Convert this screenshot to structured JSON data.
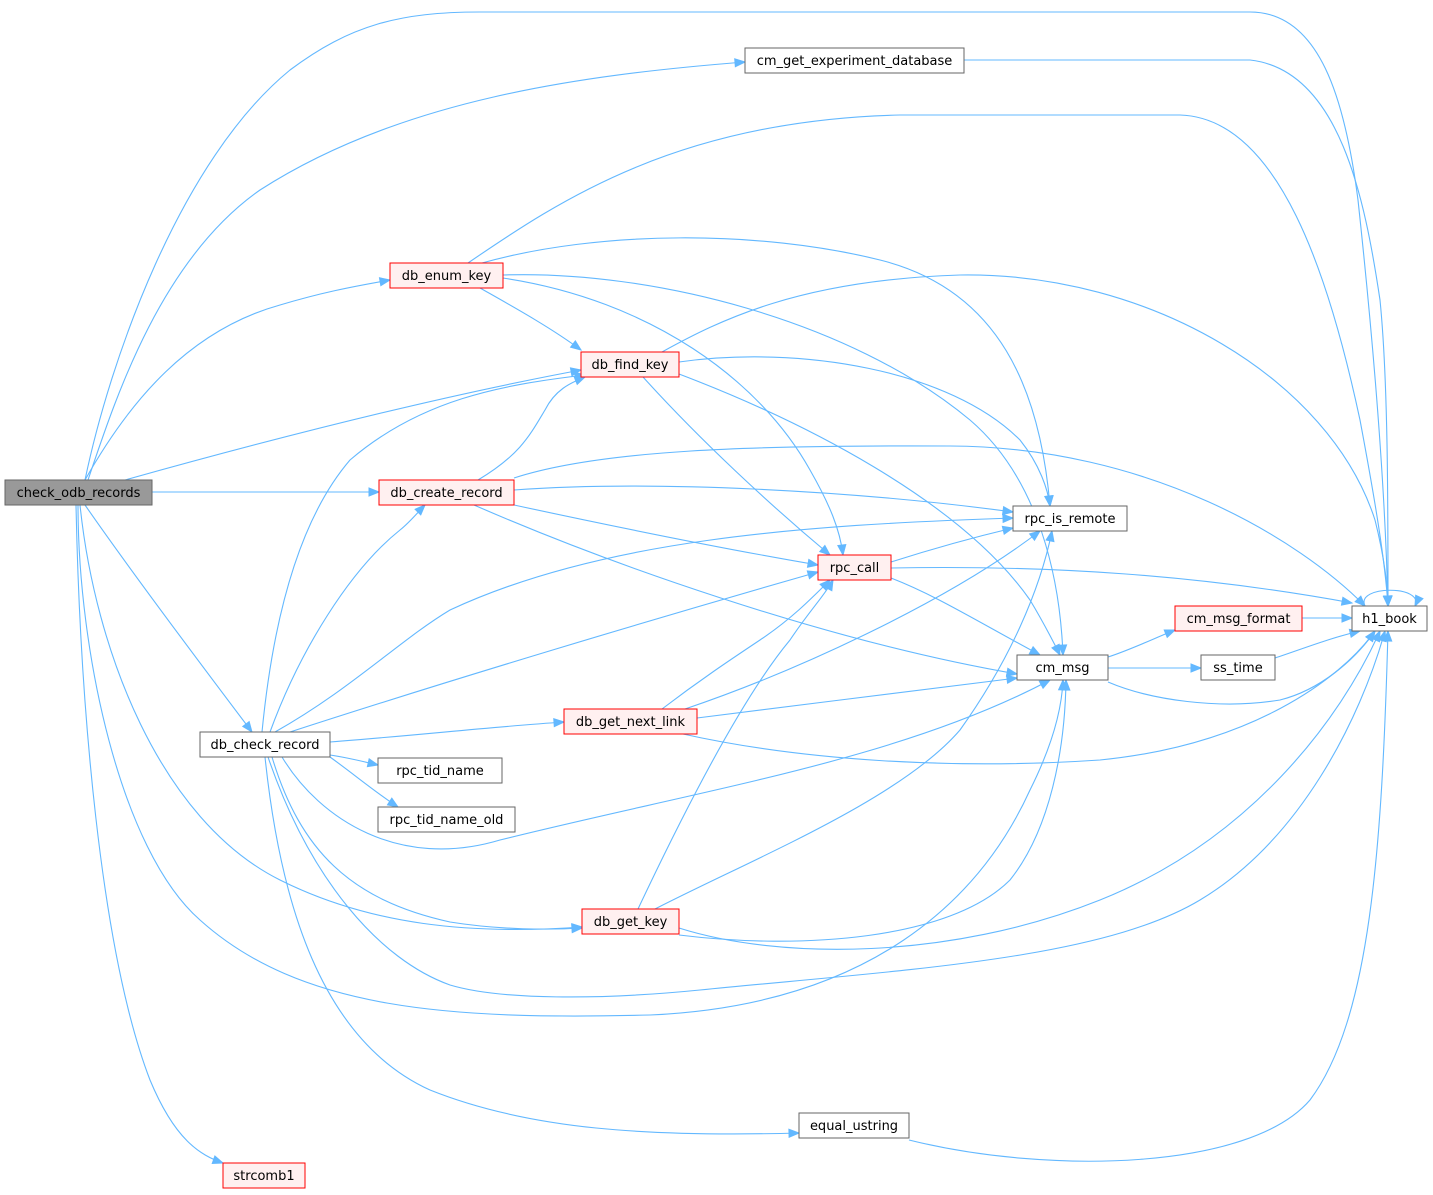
{
  "diagram": {
    "colors": {
      "edge": "#63b8ff",
      "root_fill": "#999999",
      "node_fill": "#ffffff",
      "node_border": "#666666",
      "truncated_fill": "#fff0f0",
      "truncated_border": "#ff0000"
    },
    "nodes": [
      {
        "id": "check_odb_records",
        "label": "check_odb_records",
        "style": "root"
      },
      {
        "id": "cm_get_experiment_database",
        "label": "cm_get_experiment_database",
        "style": "normal"
      },
      {
        "id": "h1_book",
        "label": "h1_book",
        "style": "normal"
      },
      {
        "id": "db_enum_key",
        "label": "db_enum_key",
        "style": "truncated"
      },
      {
        "id": "db_find_key",
        "label": "db_find_key",
        "style": "truncated"
      },
      {
        "id": "db_create_record",
        "label": "db_create_record",
        "style": "truncated"
      },
      {
        "id": "rpc_is_remote",
        "label": "rpc_is_remote",
        "style": "normal"
      },
      {
        "id": "rpc_call",
        "label": "rpc_call",
        "style": "truncated"
      },
      {
        "id": "cm_msg_format",
        "label": "cm_msg_format",
        "style": "truncated"
      },
      {
        "id": "cm_msg",
        "label": "cm_msg",
        "style": "normal"
      },
      {
        "id": "ss_time",
        "label": "ss_time",
        "style": "normal"
      },
      {
        "id": "db_get_next_link",
        "label": "db_get_next_link",
        "style": "truncated"
      },
      {
        "id": "db_check_record",
        "label": "db_check_record",
        "style": "normal"
      },
      {
        "id": "rpc_tid_name",
        "label": "rpc_tid_name",
        "style": "normal"
      },
      {
        "id": "rpc_tid_name_old",
        "label": "rpc_tid_name_old",
        "style": "normal"
      },
      {
        "id": "db_get_key",
        "label": "db_get_key",
        "style": "truncated"
      },
      {
        "id": "equal_ustring",
        "label": "equal_ustring",
        "style": "normal"
      },
      {
        "id": "strcomb1",
        "label": "strcomb1",
        "style": "truncated"
      }
    ],
    "edges": [
      [
        "check_odb_records",
        "cm_get_experiment_database"
      ],
      [
        "check_odb_records",
        "h1_book"
      ],
      [
        "check_odb_records",
        "db_enum_key"
      ],
      [
        "check_odb_records",
        "db_find_key"
      ],
      [
        "check_odb_records",
        "db_create_record"
      ],
      [
        "check_odb_records",
        "db_check_record"
      ],
      [
        "check_odb_records",
        "db_get_key"
      ],
      [
        "check_odb_records",
        "cm_msg"
      ],
      [
        "check_odb_records",
        "strcomb1"
      ],
      [
        "cm_get_experiment_database",
        "h1_book"
      ],
      [
        "db_enum_key",
        "h1_book"
      ],
      [
        "db_enum_key",
        "rpc_is_remote"
      ],
      [
        "db_enum_key",
        "cm_msg"
      ],
      [
        "db_enum_key",
        "rpc_call"
      ],
      [
        "db_enum_key",
        "db_find_key"
      ],
      [
        "db_find_key",
        "h1_book"
      ],
      [
        "db_find_key",
        "rpc_is_remote"
      ],
      [
        "db_find_key",
        "cm_msg"
      ],
      [
        "db_find_key",
        "rpc_call"
      ],
      [
        "db_create_record",
        "db_find_key"
      ],
      [
        "db_create_record",
        "h1_book"
      ],
      [
        "db_create_record",
        "rpc_is_remote"
      ],
      [
        "db_create_record",
        "rpc_call"
      ],
      [
        "db_create_record",
        "cm_msg"
      ],
      [
        "rpc_call",
        "rpc_is_remote"
      ],
      [
        "rpc_call",
        "h1_book"
      ],
      [
        "rpc_call",
        "cm_msg"
      ],
      [
        "cm_msg",
        "cm_msg_format"
      ],
      [
        "cm_msg",
        "ss_time"
      ],
      [
        "cm_msg",
        "h1_book"
      ],
      [
        "cm_msg_format",
        "h1_book"
      ],
      [
        "ss_time",
        "h1_book"
      ],
      [
        "h1_book",
        "h1_book"
      ],
      [
        "db_get_next_link",
        "rpc_call"
      ],
      [
        "db_get_next_link",
        "rpc_is_remote"
      ],
      [
        "db_get_next_link",
        "cm_msg"
      ],
      [
        "db_get_next_link",
        "h1_book"
      ],
      [
        "db_check_record",
        "db_find_key"
      ],
      [
        "db_check_record",
        "db_create_record"
      ],
      [
        "db_check_record",
        "rpc_is_remote"
      ],
      [
        "db_check_record",
        "rpc_call"
      ],
      [
        "db_check_record",
        "db_get_next_link"
      ],
      [
        "db_check_record",
        "rpc_tid_name"
      ],
      [
        "db_check_record",
        "rpc_tid_name_old"
      ],
      [
        "db_check_record",
        "cm_msg"
      ],
      [
        "db_check_record",
        "db_get_key"
      ],
      [
        "db_check_record",
        "h1_book"
      ],
      [
        "db_check_record",
        "equal_ustring"
      ],
      [
        "db_get_key",
        "rpc_call"
      ],
      [
        "db_get_key",
        "rpc_is_remote"
      ],
      [
        "db_get_key",
        "cm_msg"
      ],
      [
        "db_get_key",
        "h1_book"
      ],
      [
        "equal_ustring",
        "h1_book"
      ]
    ]
  }
}
